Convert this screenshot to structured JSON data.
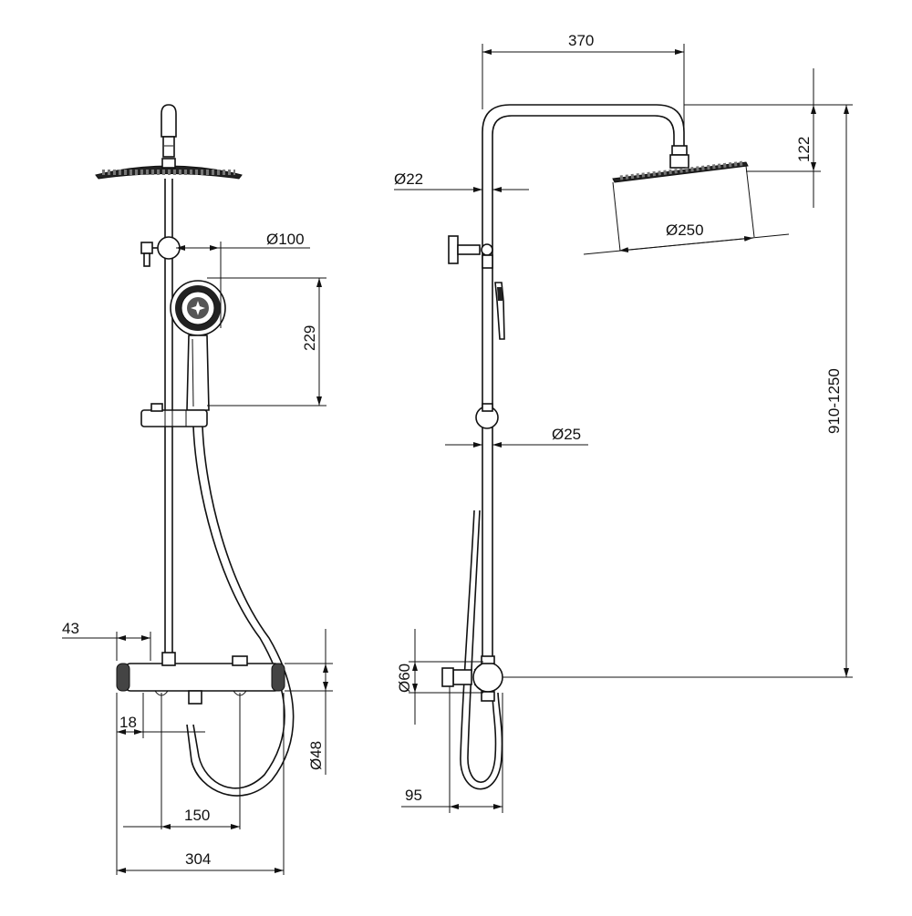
{
  "front_view": {
    "dim_43": "43",
    "dim_18": "18",
    "dim_150": "150",
    "dim_304": "304",
    "dim_229": "229",
    "dim_d100": "Ø100",
    "dim_d48": "Ø48"
  },
  "side_view": {
    "dim_370": "370",
    "dim_122": "122",
    "dim_d22": "Ø22",
    "dim_d250": "Ø250",
    "dim_d25": "Ø25",
    "dim_910_1250": "910-1250",
    "dim_d60": "Ø60",
    "dim_95": "95"
  }
}
